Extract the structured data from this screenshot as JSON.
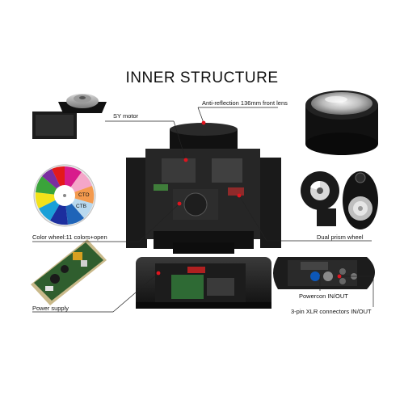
{
  "title": "INNER STRUCTURE",
  "labels": {
    "sy_motor": "SY motor",
    "front_lens": "Anti-reflection 136mm front lens",
    "color_wheel": "Color wheel:11 colors+open",
    "dual_prism": "Dual prism wheel",
    "power_supply": "Power supply",
    "powercon": "Powercon IN/OUT",
    "xlr": "3-pin XLR connectors IN/OUT"
  },
  "wheel_labels": {
    "cto": "CTO",
    "ctb": "CTB"
  },
  "colors": {
    "callout_line": "#222222",
    "marker_dot": "#e0141e"
  }
}
